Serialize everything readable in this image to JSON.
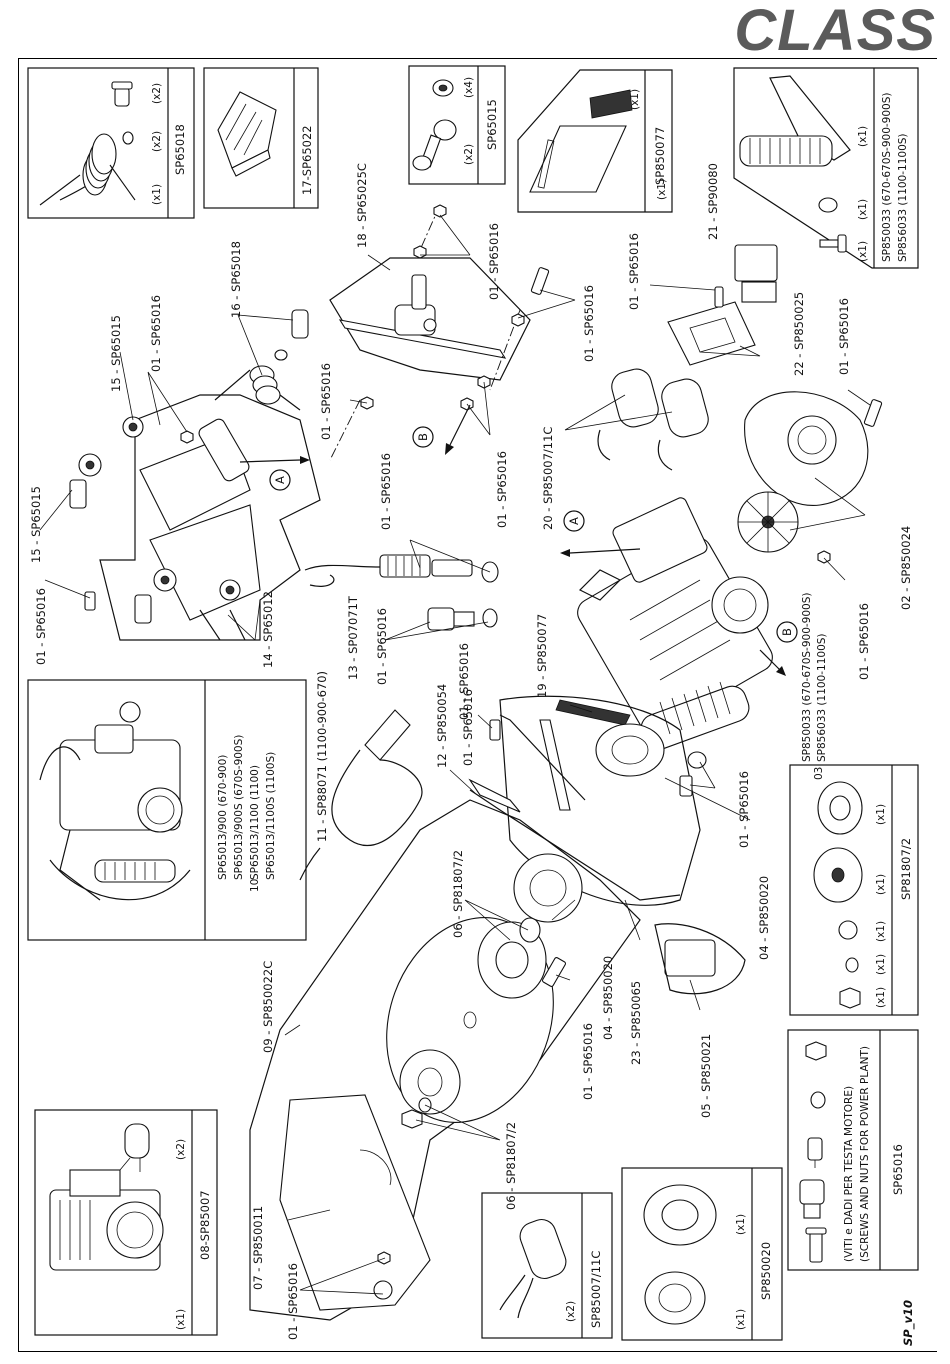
{
  "brand": "CLASS",
  "footer_code": "SP_v10",
  "kits": {
    "sp65018": {
      "code": "SP65018",
      "qty": [
        "(x1)",
        "(x2)",
        "(x2)"
      ]
    },
    "sp65022": {
      "code": "17-SP65022"
    },
    "sp65015": {
      "code": "SP65015",
      "qty": [
        "(x2)",
        "(x4)"
      ]
    },
    "sp850077": {
      "code": "SP850077",
      "qty": [
        "(x1)",
        "(x1)"
      ]
    },
    "sp850033": {
      "line1": "SP850033 (670-670S-900-900S)",
      "line2": "SP856033 (1100-1100S)",
      "qty": [
        "(x1)",
        "(x1)",
        "(x1)"
      ]
    },
    "sp81807": {
      "code": "SP81807/2",
      "qty": [
        "(x1)",
        "(x1)",
        "(x1)",
        "(x1)",
        "(x1)"
      ]
    },
    "sp65016": {
      "code": "SP65016",
      "line1": "(VITI e DADI PER TESTA MOTORE)",
      "line2": "(SCREWS AND NUTS FOR POWER PLANT)"
    },
    "sp850020": {
      "code": "SP850020",
      "qty": [
        "(x1)",
        "(x1)"
      ]
    },
    "sp850071": {
      "code": "SP85007/11C",
      "qty": [
        "(x2)"
      ]
    },
    "sp85007": {
      "code": "08-SP85007",
      "qty": [
        "(x1)",
        "(x2)"
      ]
    },
    "sp65013": {
      "num": "10",
      "lines": [
        "SP65013/900 (670-900)",
        "SP65013/900S (670S-900S)",
        "SP65013/1100 (1100)",
        "SP65013/1100S (1100S)"
      ]
    }
  },
  "callouts": [
    "15 - SP65015",
    "15 - SP65015",
    "01 - SP65016",
    "16 - SP65018",
    "01 - SP65016",
    "14 - SP65012",
    "18 - SP65025C",
    "01 - SP65016",
    "01 - SP65016",
    "01 - SP65016",
    "01 - SP65016",
    "01 - SP65016",
    "13 - SP07071T",
    "01 - SP65016",
    "01 - SP65016",
    "20 - SP85007/11C",
    "21 - SP90080",
    "01 - SP65016",
    "22 - SP850025",
    "01 - SP65016",
    "02 - SP850024",
    "01 - SP65016",
    "19 - SP850077",
    "12 - SP850054",
    "01 - SP65016",
    "11 - SP88071 (1100-900-670)",
    "01 - SP65016",
    "04 - SP850020",
    "09 - SP850022C",
    "06 - SP81807/2",
    "04 - SP850020",
    "01 - SP65016",
    "23 - SP850065",
    "05 - SP850021",
    "06 - SP81807/2",
    "07 - SP850011",
    "01 - SP65016"
  ],
  "motor_codes": {
    "num": "03",
    "line1": "SP850033 (670-670S-900-900S)",
    "line2": "SP856033 (1100-1100S)"
  },
  "markers": {
    "a": "A",
    "b": "B"
  }
}
